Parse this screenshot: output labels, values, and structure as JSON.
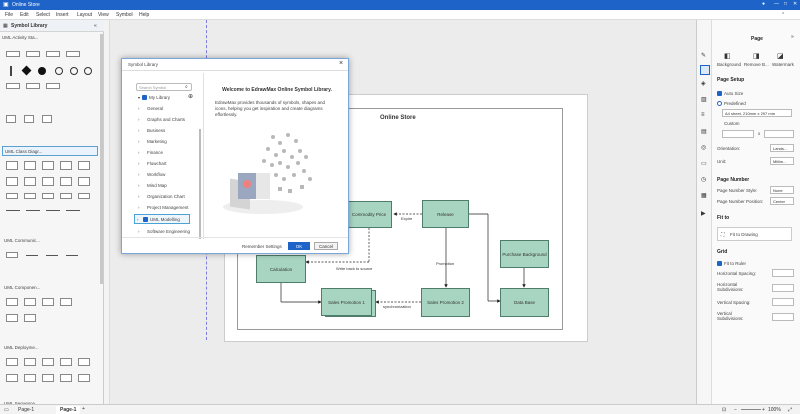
{
  "window": {
    "title": "Online Store"
  },
  "menu": [
    "File",
    "Edit",
    "Select",
    "Insert",
    "Layout",
    "View",
    "Symbol",
    "Help"
  ],
  "library": {
    "title": "Symbol Library",
    "categories": [
      "UML Activity Sta...",
      "UML Class Diagr...",
      "UML Communic...",
      "UML Componen...",
      "UML Deployme...",
      "UML Sequence"
    ]
  },
  "diagram": {
    "title": "Online Store",
    "nodes": {
      "commodity": "Commodity Price",
      "release": "Release",
      "calculation": "Calculation",
      "purchase": "Purchase Background",
      "sales1": "Sales Promotion 1",
      "sales2": "Sales Promotion 2",
      "database": "Data Base"
    },
    "labels": {
      "expire": "Expire",
      "promotion": "Promotion",
      "writeback": "Write back to source",
      "sync": "synchronization"
    }
  },
  "dialog": {
    "title": "Symbol Library",
    "close": "×",
    "search_placeholder": "Search Symbol",
    "tree": [
      "My Library",
      "General",
      "Graphs and Charts",
      "Business",
      "Marketing",
      "Finance",
      "Flowchart",
      "Workflow",
      "Mind Map",
      "Organization Chart",
      "Project Management",
      "UML Modelling",
      "Software Engineering"
    ],
    "welcome_title": "Welcome to EdrawMax Online Symbol Library.",
    "welcome_text": "EdrawMax provides thousands of symbols, shapes and icons, helping you get inspiration and create diagrams effortlessly.",
    "remember": "Remember Settings",
    "ok": "OK",
    "cancel": "Cancel"
  },
  "panel": {
    "title": "Page",
    "tools": [
      "Background",
      "Remove B...",
      "Watermark"
    ],
    "page_setup": "Page Setup",
    "auto_size": "Auto Size",
    "predefined": "Predefined",
    "paper": "A4 sheet, 210mm x 297 mm",
    "custom": "Custom",
    "x": "x",
    "orientation_label": "Orientation:",
    "orientation": "Lands...",
    "unit_label": "Unit:",
    "unit": "Millim...",
    "page_number": "Page Number",
    "pn_style_label": "Page Number Style:",
    "pn_style": "None",
    "pn_pos_label": "Page Number Position:",
    "pn_pos": "Center",
    "fit_to": "Fit to",
    "fit_drawing": "Fit to Drawing",
    "grid": "Grid",
    "fit_rulers": "Fit to Ruler",
    "h_spacing": "Horizontal Spacing:",
    "h_sub": "Horizontal Subdivisions:",
    "v_spacing": "Vertical Spacing:",
    "v_sub": "Vertical Subdivisions:"
  },
  "status": {
    "page_tab": "Page-1",
    "active_tab": "Page-1",
    "add": "+",
    "zoom": "100%"
  }
}
